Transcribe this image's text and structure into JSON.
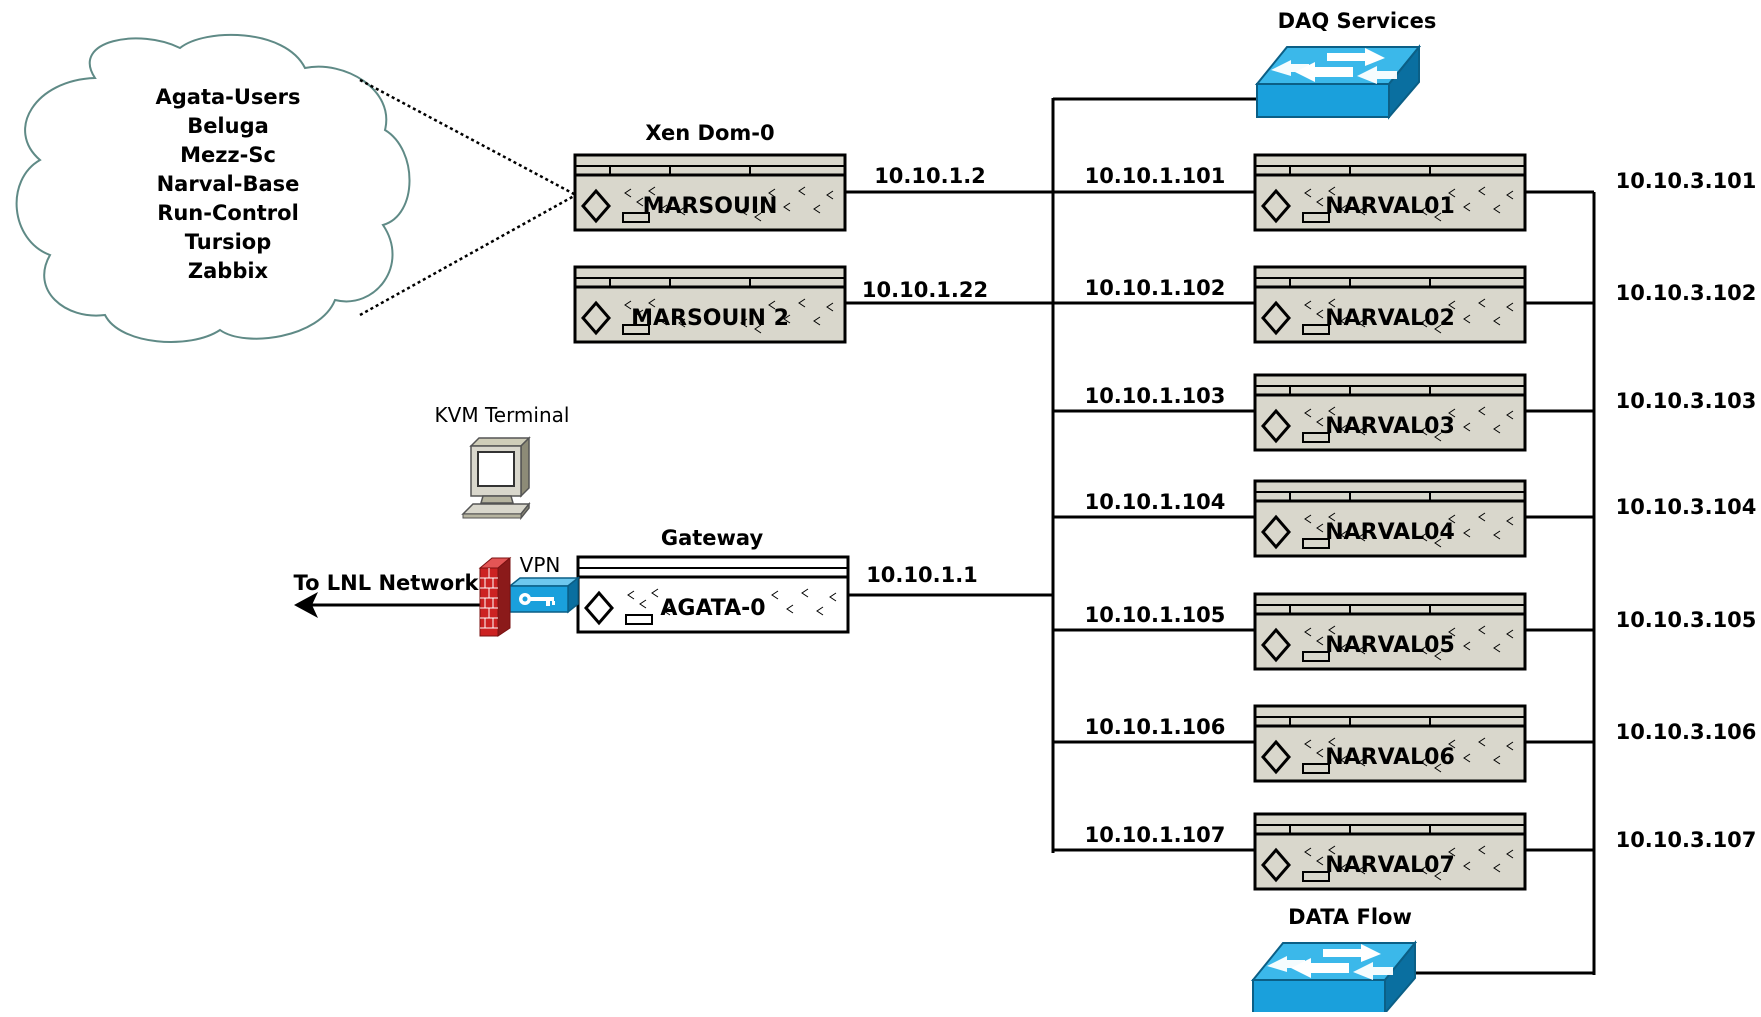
{
  "cloud": {
    "services": [
      "Agata-Users",
      "Beluga",
      "Mezz-Sc",
      "Narval-Base",
      "Run-Control",
      "Tursiop",
      "Zabbix"
    ]
  },
  "xen": {
    "title": "Xen Dom-0"
  },
  "marsouin": {
    "name": "MARSOUIN",
    "ip": "10.10.1.2"
  },
  "marsouin2": {
    "name": "MARSOUIN 2",
    "ip": "10.10.1.22"
  },
  "kvm": {
    "label": "KVM Terminal"
  },
  "gateway": {
    "title": "Gateway",
    "name": "AGATA-0",
    "ip": "10.10.1.1"
  },
  "vpn": {
    "label": "VPN"
  },
  "lnl": {
    "label": "To LNL Network"
  },
  "daq": {
    "label": "DAQ Services"
  },
  "dataflow": {
    "label": "DATA Flow"
  },
  "narvals": [
    {
      "name": "NARVAL01",
      "ip_daq": "10.10.1.101",
      "ip_data": "10.10.3.101"
    },
    {
      "name": "NARVAL02",
      "ip_daq": "10.10.1.102",
      "ip_data": "10.10.3.102"
    },
    {
      "name": "NARVAL03",
      "ip_daq": "10.10.1.103",
      "ip_data": "10.10.3.103"
    },
    {
      "name": "NARVAL04",
      "ip_daq": "10.10.1.104",
      "ip_data": "10.10.3.104"
    },
    {
      "name": "NARVAL05",
      "ip_daq": "10.10.1.105",
      "ip_data": "10.10.3.105"
    },
    {
      "name": "NARVAL06",
      "ip_daq": "10.10.1.106",
      "ip_data": "10.10.3.106"
    },
    {
      "name": "NARVAL07",
      "ip_daq": "10.10.1.107",
      "ip_data": "10.10.3.107"
    }
  ],
  "colors": {
    "server_fill": "#d9d7cc",
    "switch_blue": "#1aa0dc",
    "firewall_red": "#cc2222",
    "cloud_stroke": "#5f8a86"
  }
}
